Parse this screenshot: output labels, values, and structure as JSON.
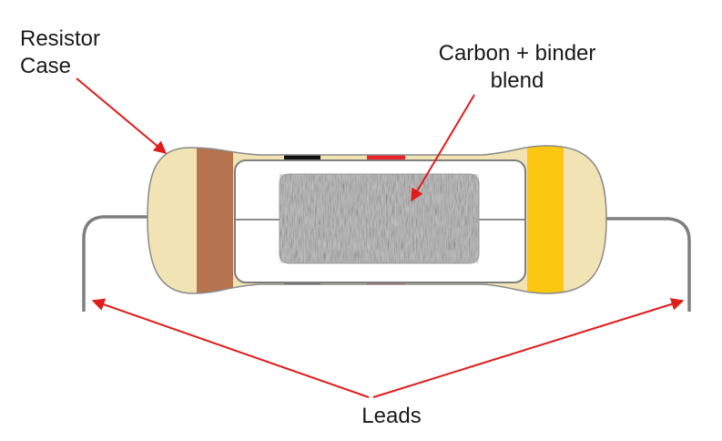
{
  "labels": {
    "resistor_case_line1": "Resistor",
    "resistor_case_line2": "Case",
    "carbon_line1": "Carbon + binder",
    "carbon_line2": "blend",
    "leads": "Leads"
  },
  "colors": {
    "case_body": "#f1e3b3",
    "case_outline": "#7a7a7a",
    "band_brown": "#b5734f",
    "band_black": "#111111",
    "band_red": "#e8232a",
    "band_gold": "#fbc710",
    "lead_wire": "#7f7f7f",
    "carbon_core": "#b8b8b8",
    "arrow": "#e21b1b",
    "window": "#ffffff"
  }
}
